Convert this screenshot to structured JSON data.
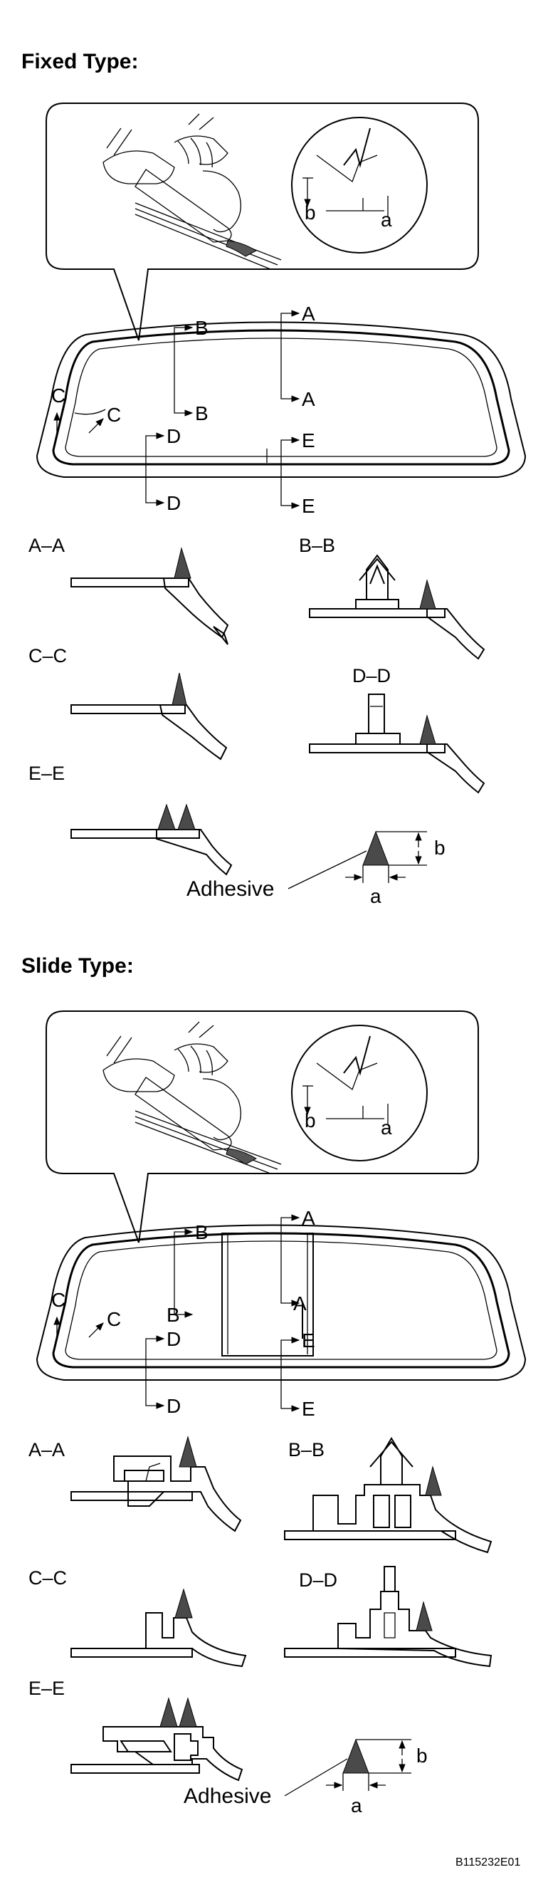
{
  "fixed": {
    "title": "Fixed Type:",
    "detail_labels": {
      "b": "b",
      "a": "a"
    },
    "cut_labels": {
      "a_top": "A",
      "a_bot": "A",
      "b_top": "B",
      "b_bot": "B",
      "c_top": "C",
      "c_bot": "C",
      "d_top": "D",
      "d_bot": "D",
      "e_top": "E",
      "e_bot": "E"
    },
    "sections": {
      "aa": "A–A",
      "bb": "B–B",
      "cc": "C–C",
      "dd": "D–D",
      "ee": "E–E"
    },
    "bead": {
      "b": "b",
      "a": "a",
      "adhesive": "Adhesive"
    }
  },
  "slide": {
    "title": "Slide Type:",
    "detail_labels": {
      "b": "b",
      "a": "a"
    },
    "cut_labels": {
      "a_top": "A",
      "a_bot": "A",
      "b_top": "B",
      "b_bot": "B",
      "c_top": "C",
      "c_bot": "C",
      "d_top": "D",
      "d_bot": "D",
      "e_top": "E",
      "e_bot": "E"
    },
    "sections": {
      "aa": "A–A",
      "bb": "B–B",
      "cc": "C–C",
      "dd": "D–D",
      "ee": "E–E"
    },
    "bead": {
      "b": "b",
      "a": "a",
      "adhesive": "Adhesive"
    }
  },
  "figure_ref": "B115232E01",
  "colors": {
    "adhesive": "#4a4a4a",
    "line": "#000000",
    "background": "#ffffff"
  }
}
